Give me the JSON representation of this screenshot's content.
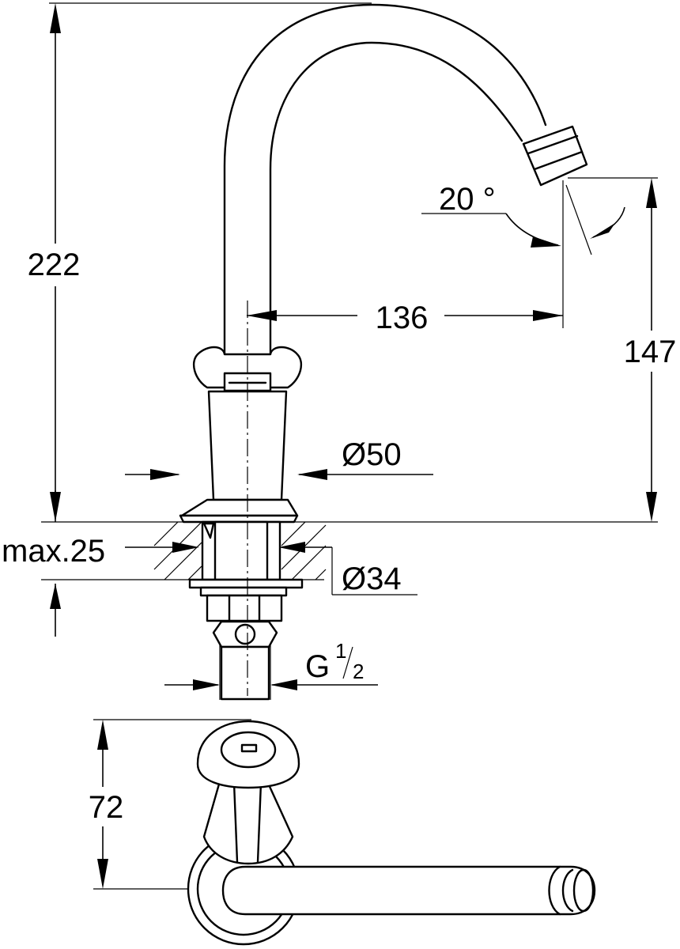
{
  "dimensions": {
    "total_height": "222",
    "spout_height": "147",
    "spout_reach": "136",
    "spout_angle": "20 °",
    "body_diameter": "Ø50",
    "max_thickness": "max.25",
    "hole_diameter": "Ø34",
    "thread": {
      "main": "G",
      "num": "1",
      "den": "2"
    },
    "handle_height": "72"
  }
}
